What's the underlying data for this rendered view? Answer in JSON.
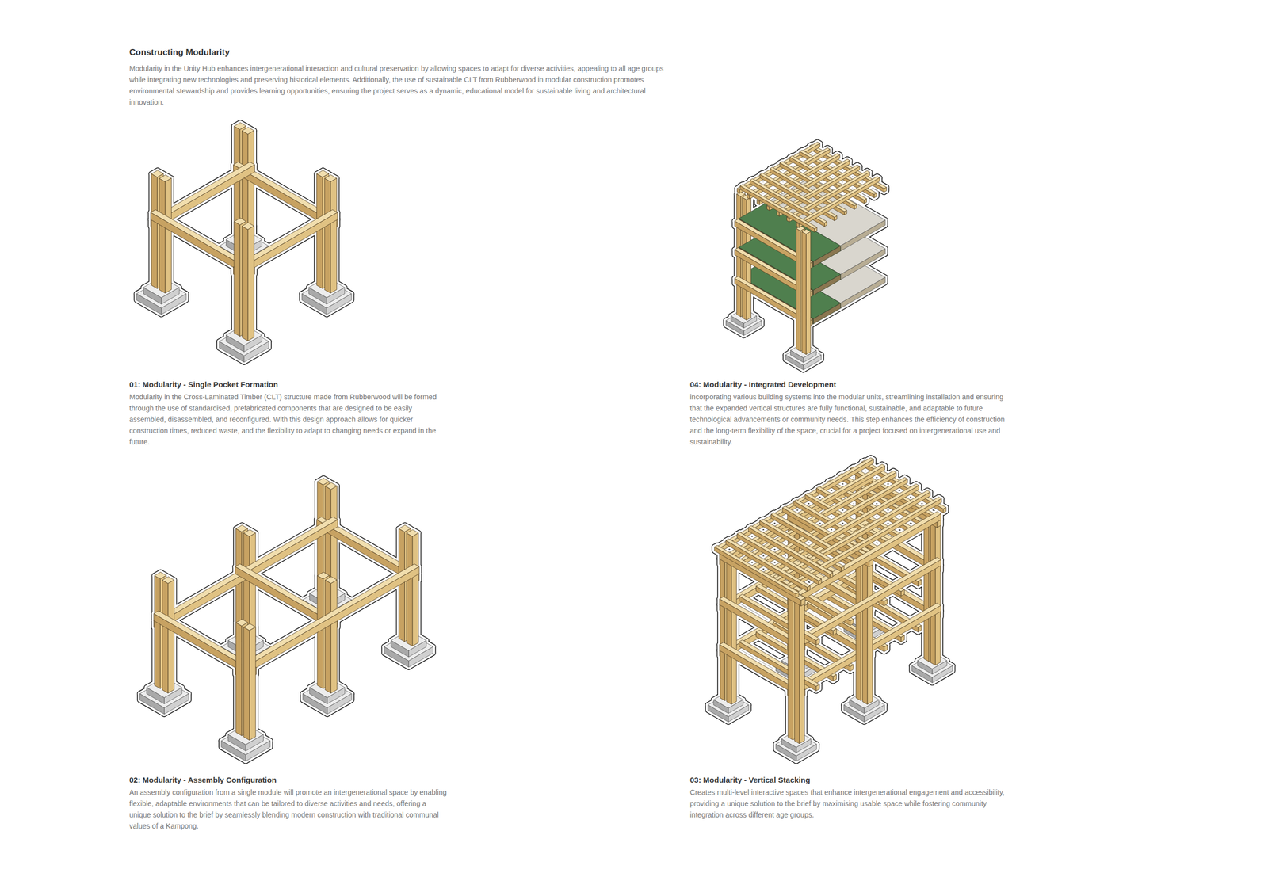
{
  "diagram": {
    "title": "Constructing Modularity",
    "labels": [
      "Modularity in the Unity Hub enhances intergenerational interaction and cultural preservation by allowing spaces to adapt for diverse activities, appealing to all age groups while integrating new technologies and preserving historical elements. Additionally, the use of sustainable CLT from Rubberwood in modular construction promotes environmental stewardship and provides learning opportunities, ensuring the project serves as a dynamic, educational model for sustainable living and architectural innovation.",
      "01: Modularity - Single Pocket Formation",
      "Modularity in the Cross-Laminated Timber (CLT) structure made from Rubberwood will be formed through the use of standardised, prefabricated components that are designed to be easily assembled, disassembled, and reconfigured. With this design approach allows for quicker construction times, reduced waste, and the flexibility to adapt to changing needs or expand in the future.",
      "04: Modularity - Integrated Development",
      "incorporating various building systems into the modular units, streamlining installation and ensuring that the expanded vertical structures are fully functional, sustainable, and adaptable to future technological advancements or community needs. This step enhances the efficiency of construction and the long-term flexibility of the space, crucial for a project focused on intergenerational use and sustainability.",
      "02: Modularity - Assembly Configuration",
      "An assembly configuration from a single module will promote an intergenerational space by enabling flexible, adaptable environments that can be tailored to diverse activities and needs, offering a unique solution to the brief by seamlessly blending modern construction with traditional communal values of a Kampong.",
      "03: Modularity - Vertical Stacking",
      "Creates multi-level interactive spaces that enhance intergenerational engagement and accessibility, providing a unique solution to the brief by maximising usable space while fostering community integration across different age groups."
    ]
  }
}
